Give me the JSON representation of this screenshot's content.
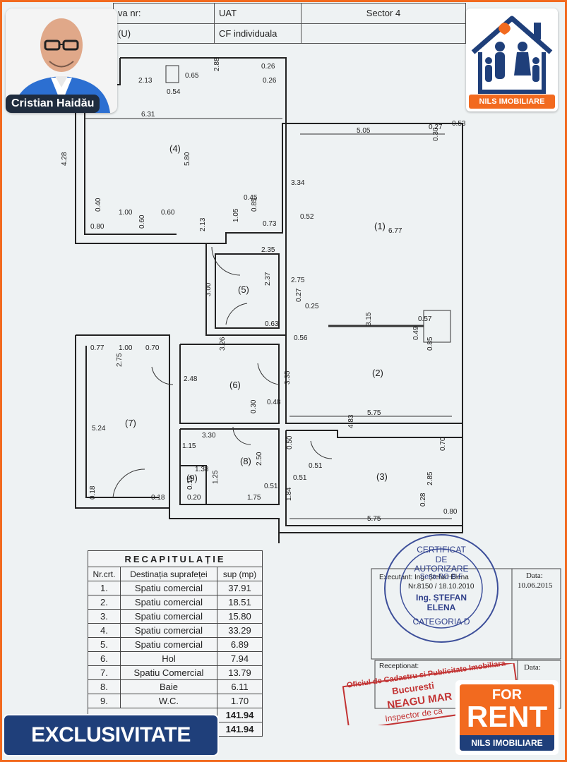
{
  "header_table": {
    "row1": {
      "c1": "va nr:",
      "c2": "UAT",
      "c3": "Sector 4"
    },
    "row2": {
      "c1": "(U)",
      "c2": "CF individuala",
      "c3": ""
    }
  },
  "agent": {
    "name": "Cristian Haidău"
  },
  "brand": {
    "name": "NILS IMOBILIARE",
    "accent": "#f26a1f",
    "navy": "#1f3f7a"
  },
  "plan": {
    "rooms": [
      "(1)",
      "(2)",
      "(3)",
      "(4)",
      "(5)",
      "(6)",
      "(7)",
      "(8)",
      "(9)"
    ],
    "dimensions": [
      "2.13",
      "0.65",
      "2.88",
      "0.26",
      "0.26",
      "0.54",
      "6.31",
      "5.80",
      "4.28",
      "0.40",
      "1.00",
      "0.60",
      "0.80",
      "0.60",
      "2.13",
      "1.05",
      "0.45",
      "0.85",
      "0.73",
      "5.05",
      "0.27",
      "0.53",
      "0.30",
      "3.34",
      "0.52",
      "6.77",
      "2.35",
      "3.00",
      "2.37",
      "2.75",
      "0.27",
      "0.25",
      "0.63",
      "0.56",
      "3.15",
      "0.57",
      "0.49",
      "0.85",
      "0.77",
      "1.00",
      "0.70",
      "3.26",
      "2.75",
      "2.48",
      "3.35",
      "5.24",
      "0.30",
      "0.48",
      "5.75",
      "4.83",
      "3.30",
      "1.15",
      "2.50",
      "0.50",
      "0.51",
      "0.70",
      "1.38",
      "0.15",
      "1.25",
      "0.51",
      "0.51",
      "2.85",
      "0.18",
      "0.18",
      "0.20",
      "1.75",
      "1.84",
      "0.28",
      "0.80",
      "5.75"
    ]
  },
  "recap": {
    "title": "RECAPITULAȚIE",
    "headers": [
      "Nr.crt.",
      "Destinația suprafeței",
      "sup (mp)"
    ],
    "rows": [
      [
        "1.",
        "Spatiu comercial",
        "37.91"
      ],
      [
        "2.",
        "Spatiu comercial",
        "18.51"
      ],
      [
        "3.",
        "Spatiu comercial",
        "15.80"
      ],
      [
        "4.",
        "Spatiu comercial",
        "33.29"
      ],
      [
        "5.",
        "Spatiu comercial",
        "6.89"
      ],
      [
        "6.",
        "Hol",
        "7.94"
      ],
      [
        "7.",
        "Spatiu Comercial",
        "13.79"
      ],
      [
        "8.",
        "Baie",
        "6.11"
      ],
      [
        "9.",
        "W.C.",
        "1.70"
      ]
    ],
    "totals": [
      "141.94",
      "141.94"
    ]
  },
  "executant": {
    "label": "Executant: Ing. Ștefan Elena",
    "cert_nr": "Nr.8150 / 18.10.2010",
    "date_label": "Data:",
    "date": "10.06.2015"
  },
  "certificate_stamp": {
    "line1": "CERTIFICAT",
    "line2": "DE",
    "line3": "AUTORIZARE",
    "line4": "Seria RO-B-F",
    "line5": "Ing. ȘTEFAN",
    "line6": "ELENA",
    "line7": "CATEGORIA D"
  },
  "receptionat": {
    "label": "Receptionat:",
    "date_label": "Data:",
    "stamp_line1": "Oficiul de Cadastru si Publicitate Imobiliara",
    "stamp_line2": "Bucuresti",
    "stamp_line3": "NEAGU MAR",
    "stamp_line4": "Inspector de ca"
  },
  "badges": {
    "exclusive": "EXCLUSIVITATE",
    "for": "FOR",
    "rent": "RENT",
    "rent_brand": "NILS IMOBILIARE"
  }
}
